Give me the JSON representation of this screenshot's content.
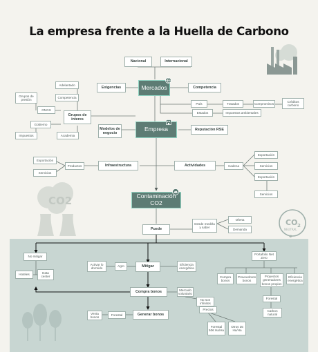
{
  "title": "La empresa frente a la Huella de Carbono",
  "colors": {
    "background": "#f4f3ee",
    "band": "#c8d6d2",
    "central": "#5d7c74",
    "accent": "#8fd4c2",
    "line": "#555e5b"
  },
  "nodes": {
    "nacional": "Nacional",
    "internacional": "Internacional",
    "exigencias": "Exigencias",
    "mercados": "Mercados",
    "competencia": "Competencia",
    "pais": "País",
    "tratados": "Tratados",
    "compromisos": "Compromisos",
    "creditos_carbono": "Créditos carbono",
    "estados": "Estados",
    "impuestos_ambientales": "Impuestos ambientales",
    "adelantado": "Adelantado",
    "competencia2": "Competencia",
    "grupos_presion": "Grupos de presión",
    "ongs": "ONGS",
    "grupos_interes": "Grupos de interes",
    "gobierno": "Gobierno",
    "impuestos": "Impuestos",
    "academia": "Academia",
    "empresa": "Empresa",
    "modelos_negocio": "Modelos de negocio",
    "reputacion": "Reputación RSE",
    "exportacion": "Exportación",
    "servicios": "Servicios",
    "productos": "Productos",
    "infraestructura": "Infraestructura",
    "actividades": "Actividades",
    "cadena": "Cadena",
    "exportacion_r1": "Exportación",
    "servicios_r1": "Servicios",
    "exportacion_r2": "Exportación",
    "servicios_r2": "Servicios",
    "contaminacion": "Contaminación CO2",
    "desde_medirla": "Desde medirla y saber",
    "oferta": "Oferta",
    "demanda": "Demanda",
    "puede": "Puede",
    "no_mitigar": "No mitigar",
    "hoteles": "Hoteles",
    "data_center": "Data center",
    "activar_dormido": "Activar lo dormido",
    "agro": "Agro",
    "mitigar": "Mitigar",
    "eficiencia_energetica": "Eficiencia energética",
    "portafolio": "Portafolio Net Zero",
    "compra_bonos_small": "Compra bonos",
    "proveedores_bonos": "Proveedores bonos",
    "proyectos_generadores": "Proyectos generadores bonos propios",
    "eficiencia_energetica2": "Eficiencia energética",
    "forestal_r": "Forestal",
    "carbon_natural": "Carbon natural",
    "compra_bonos": "Compra bonos",
    "mercado_voluntario": "Mercado voluntario",
    "no_son_infinitos": "No son infinitos",
    "precios": "Precios",
    "forestal_price": "Forestal 50€ Ha/Ha",
    "otros_price": "Otros 35 Ha/Ha",
    "venta_bonos": "Venta bonos",
    "forestal_l": "Forestal",
    "generar_bonos": "Generar bonos"
  },
  "badges": {
    "co2": "CO2",
    "co2_neutral_main": "CO",
    "co2_neutral_sub": "2",
    "neutral": "NEUTRAL"
  }
}
